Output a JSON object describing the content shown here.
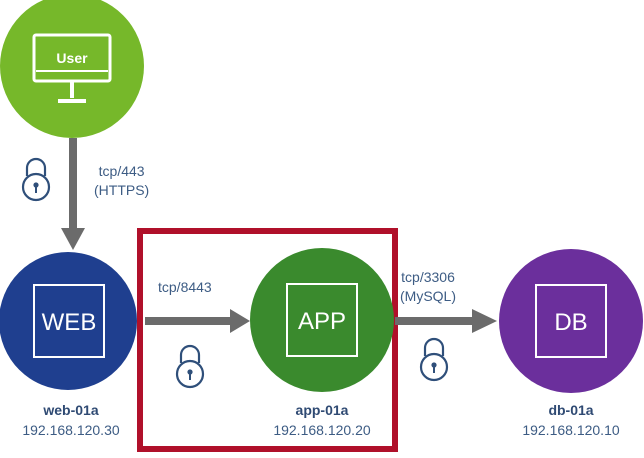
{
  "colors": {
    "user": "#76b82a",
    "web": "#1f3f8f",
    "app": "#3a8a2d",
    "db": "#6b2f9c",
    "arrow": "#6b6b6b",
    "lock": "#2f4f7a",
    "highlight": "#b0102a"
  },
  "user": {
    "label": "User",
    "icon": "monitor-icon"
  },
  "links": {
    "user_web": {
      "line1": "tcp/443",
      "line2": "(HTTPS)",
      "icon": "lock-icon"
    },
    "web_app": {
      "line1": "tcp/8443",
      "icon": "lock-icon"
    },
    "app_db": {
      "line1": "tcp/3306",
      "line2": "(MySQL)",
      "icon": "lock-icon"
    }
  },
  "nodes": {
    "web": {
      "box_label": "WEB",
      "name": "web-01a",
      "ip": "192.168.120.30"
    },
    "app": {
      "box_label": "APP",
      "name": "app-01a",
      "ip": "192.168.120.20"
    },
    "db": {
      "box_label": "DB",
      "name": "db-01a",
      "ip": "192.168.120.10"
    }
  }
}
